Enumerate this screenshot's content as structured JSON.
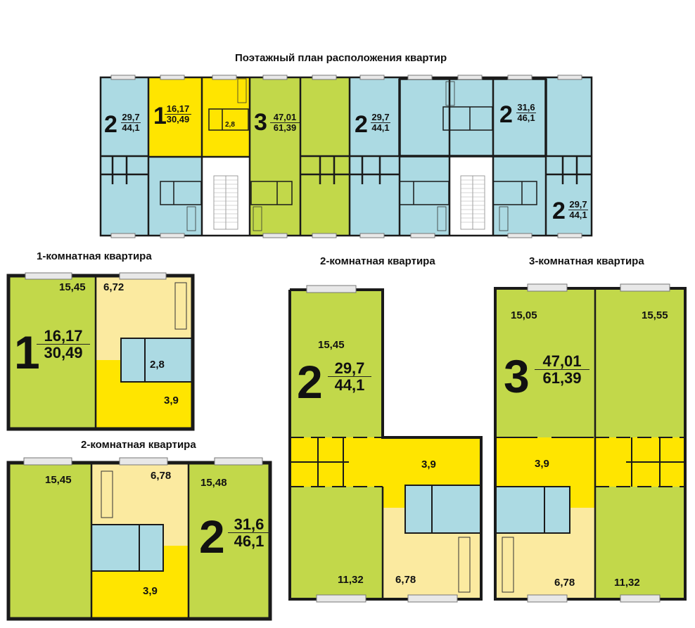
{
  "page": {
    "title": "Поэтажный план расположения квартир"
  },
  "colors": {
    "blue": "#acdae3",
    "yellow": "#ffe500",
    "green": "#c2d84a",
    "kitchen": "#fbeaa0",
    "wall": "#1a1a1a",
    "window": "#e8e8e8"
  },
  "floor_plan": {
    "units": [
      {
        "rooms": "2",
        "living": "29,7",
        "total": "44,1",
        "color": "blue"
      },
      {
        "rooms": "1",
        "living": "16,17",
        "total": "30,49",
        "bath": "2,8",
        "color": "yellow"
      },
      {
        "rooms": "3",
        "living": "47,01",
        "total": "61,39",
        "color": "green"
      },
      {
        "rooms": "2",
        "living": "29,7",
        "total": "44,1",
        "color": "blue"
      },
      {
        "rooms": "2",
        "living": "31,6",
        "total": "46,1",
        "color": "blue"
      },
      {
        "rooms": "2",
        "living": "29,7",
        "total": "44,1",
        "color": "blue"
      }
    ]
  },
  "plans": {
    "one_room": {
      "title": "1-комнатная квартира",
      "rooms": "1",
      "living": "16,17",
      "total": "30,49",
      "room_area": "15,45",
      "kitchen": "6,72",
      "bath": "2,8",
      "hall": "3,9"
    },
    "two_room_a": {
      "title": "2-комнатная квартира",
      "rooms": "2",
      "living": "31,6",
      "total": "46,1",
      "room1": "15,45",
      "kitchen": "6,78",
      "room2": "15,48",
      "hall": "3,9"
    },
    "two_room_b": {
      "title": "2-комнатная квартира",
      "rooms": "2",
      "living": "29,7",
      "total": "44,1",
      "room1": "15,45",
      "hall": "3,9",
      "room2": "11,32",
      "kitchen": "6,78"
    },
    "three_room": {
      "title": "3-комнатная квартира",
      "rooms": "3",
      "living": "47,01",
      "total": "61,39",
      "room1": "15,05",
      "room2": "15,55",
      "hall": "3,9",
      "kitchen": "6,78",
      "room3": "11,32"
    }
  }
}
